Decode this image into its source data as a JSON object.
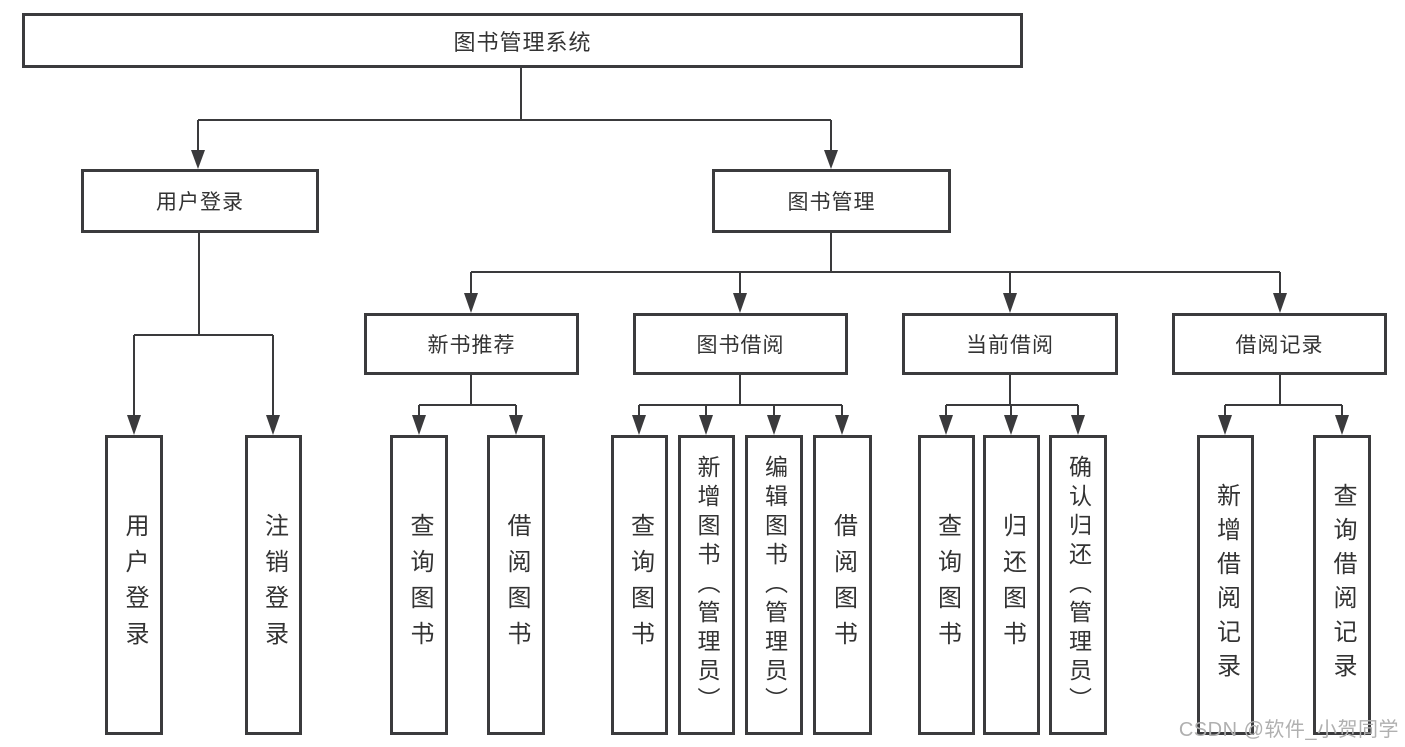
{
  "tree": {
    "root": "图书管理系统",
    "branches": [
      {
        "label": "用户登录",
        "children": [
          "用户登录",
          "注销登录"
        ]
      },
      {
        "label": "图书管理",
        "groups": [
          {
            "label": "新书推荐",
            "children": [
              "查询图书",
              "借阅图书"
            ]
          },
          {
            "label": "图书借阅",
            "children": [
              "查询图书",
              "新增图书（管理员）",
              "编辑图书（管理员）",
              "借阅图书"
            ]
          },
          {
            "label": "当前借阅",
            "children": [
              "查询图书",
              "归还图书",
              "确认归还（管理员）"
            ]
          },
          {
            "label": "借阅记录",
            "children": [
              "新增借阅记录",
              "查询借阅记录"
            ]
          }
        ]
      }
    ]
  },
  "watermark": "CSDN @软件_小贺同学",
  "colors": {
    "line": "#3a3a3c",
    "border": "#3b3b3d",
    "text": "#333333",
    "watermark": "#b0b0b0",
    "background": "#ffffff"
  }
}
